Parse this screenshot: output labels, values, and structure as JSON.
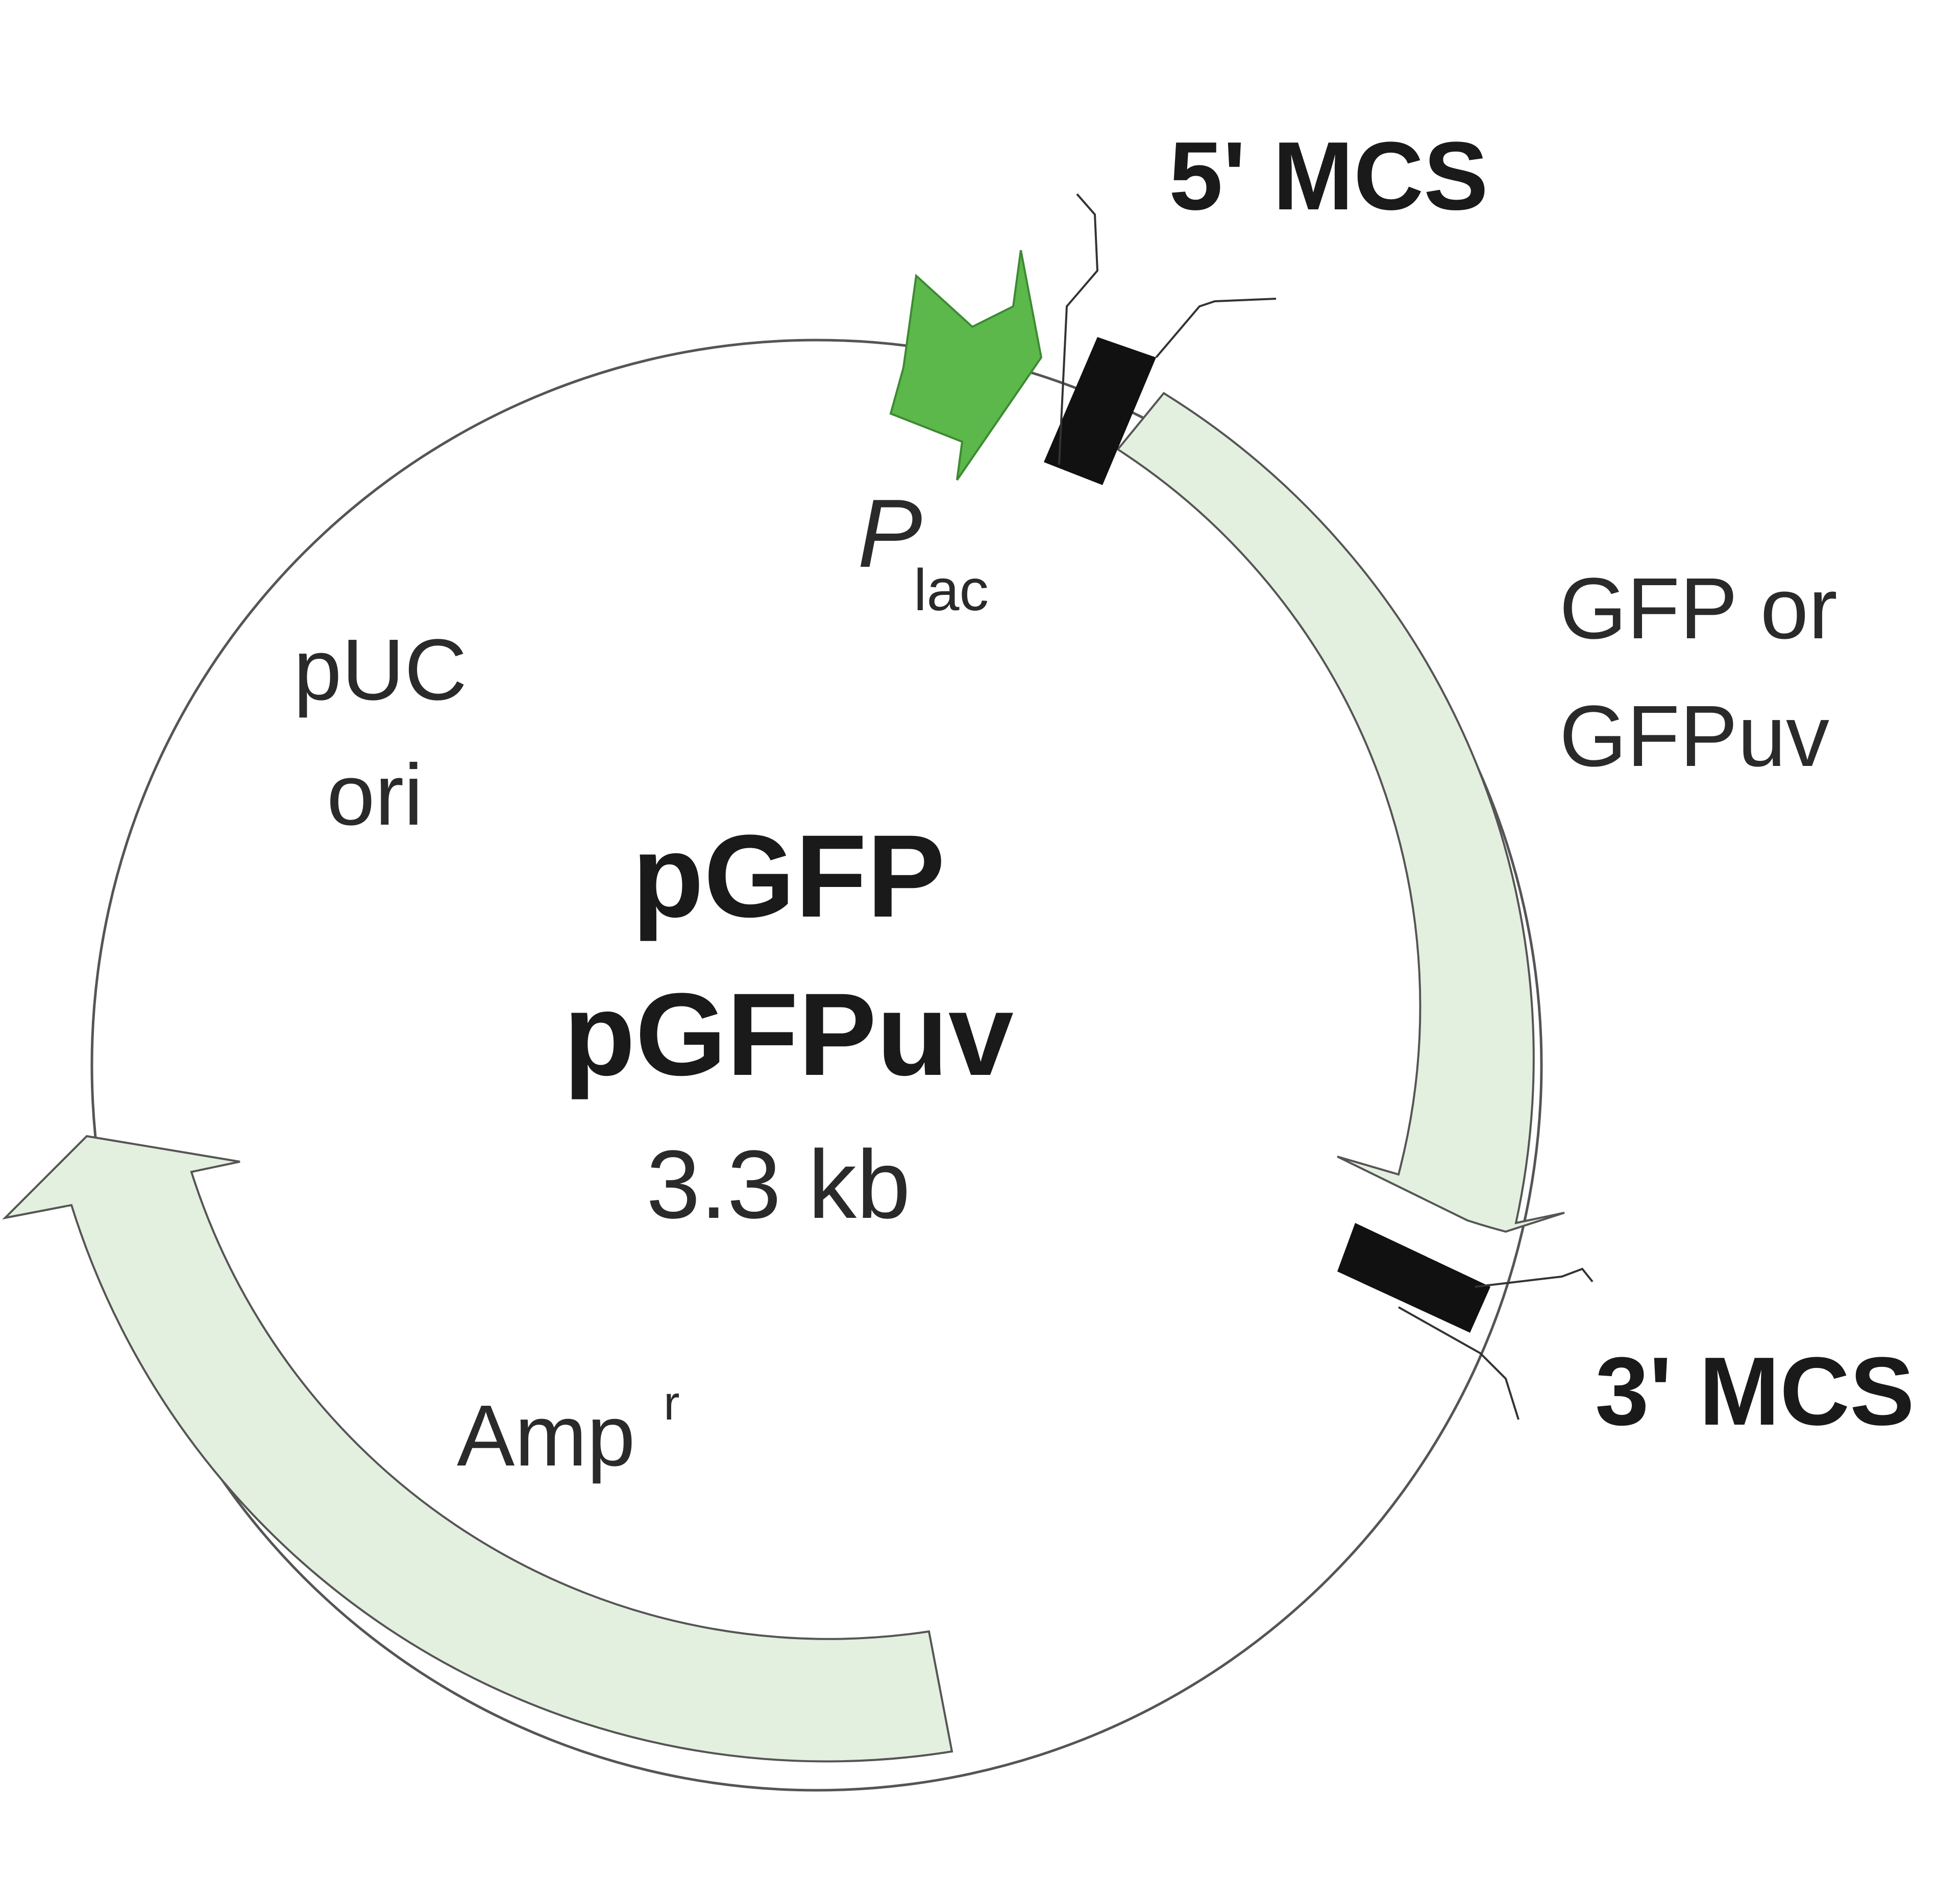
{
  "plasmid": {
    "name_line1": "pGFP",
    "name_line2": "pGFPuv",
    "size": "3.3 kb"
  },
  "features": {
    "promoter": {
      "label_main": "P",
      "label_sub": "lac"
    },
    "mcs_5": {
      "label": "5' MCS"
    },
    "mcs_3": {
      "label": "3' MCS"
    },
    "gfp": {
      "label_line1": "GFP or",
      "label_line2": "GFPuv"
    },
    "ori": {
      "label_line1": "pUC",
      "label_line2": "ori"
    },
    "ampr": {
      "label_main": "Amp",
      "label_sup": "r"
    }
  },
  "colors": {
    "promoter_fill": "#5cb84a",
    "gene_fill": "#e4f0df",
    "mcs_fill": "#111111",
    "backbone_stroke": "#555555"
  }
}
